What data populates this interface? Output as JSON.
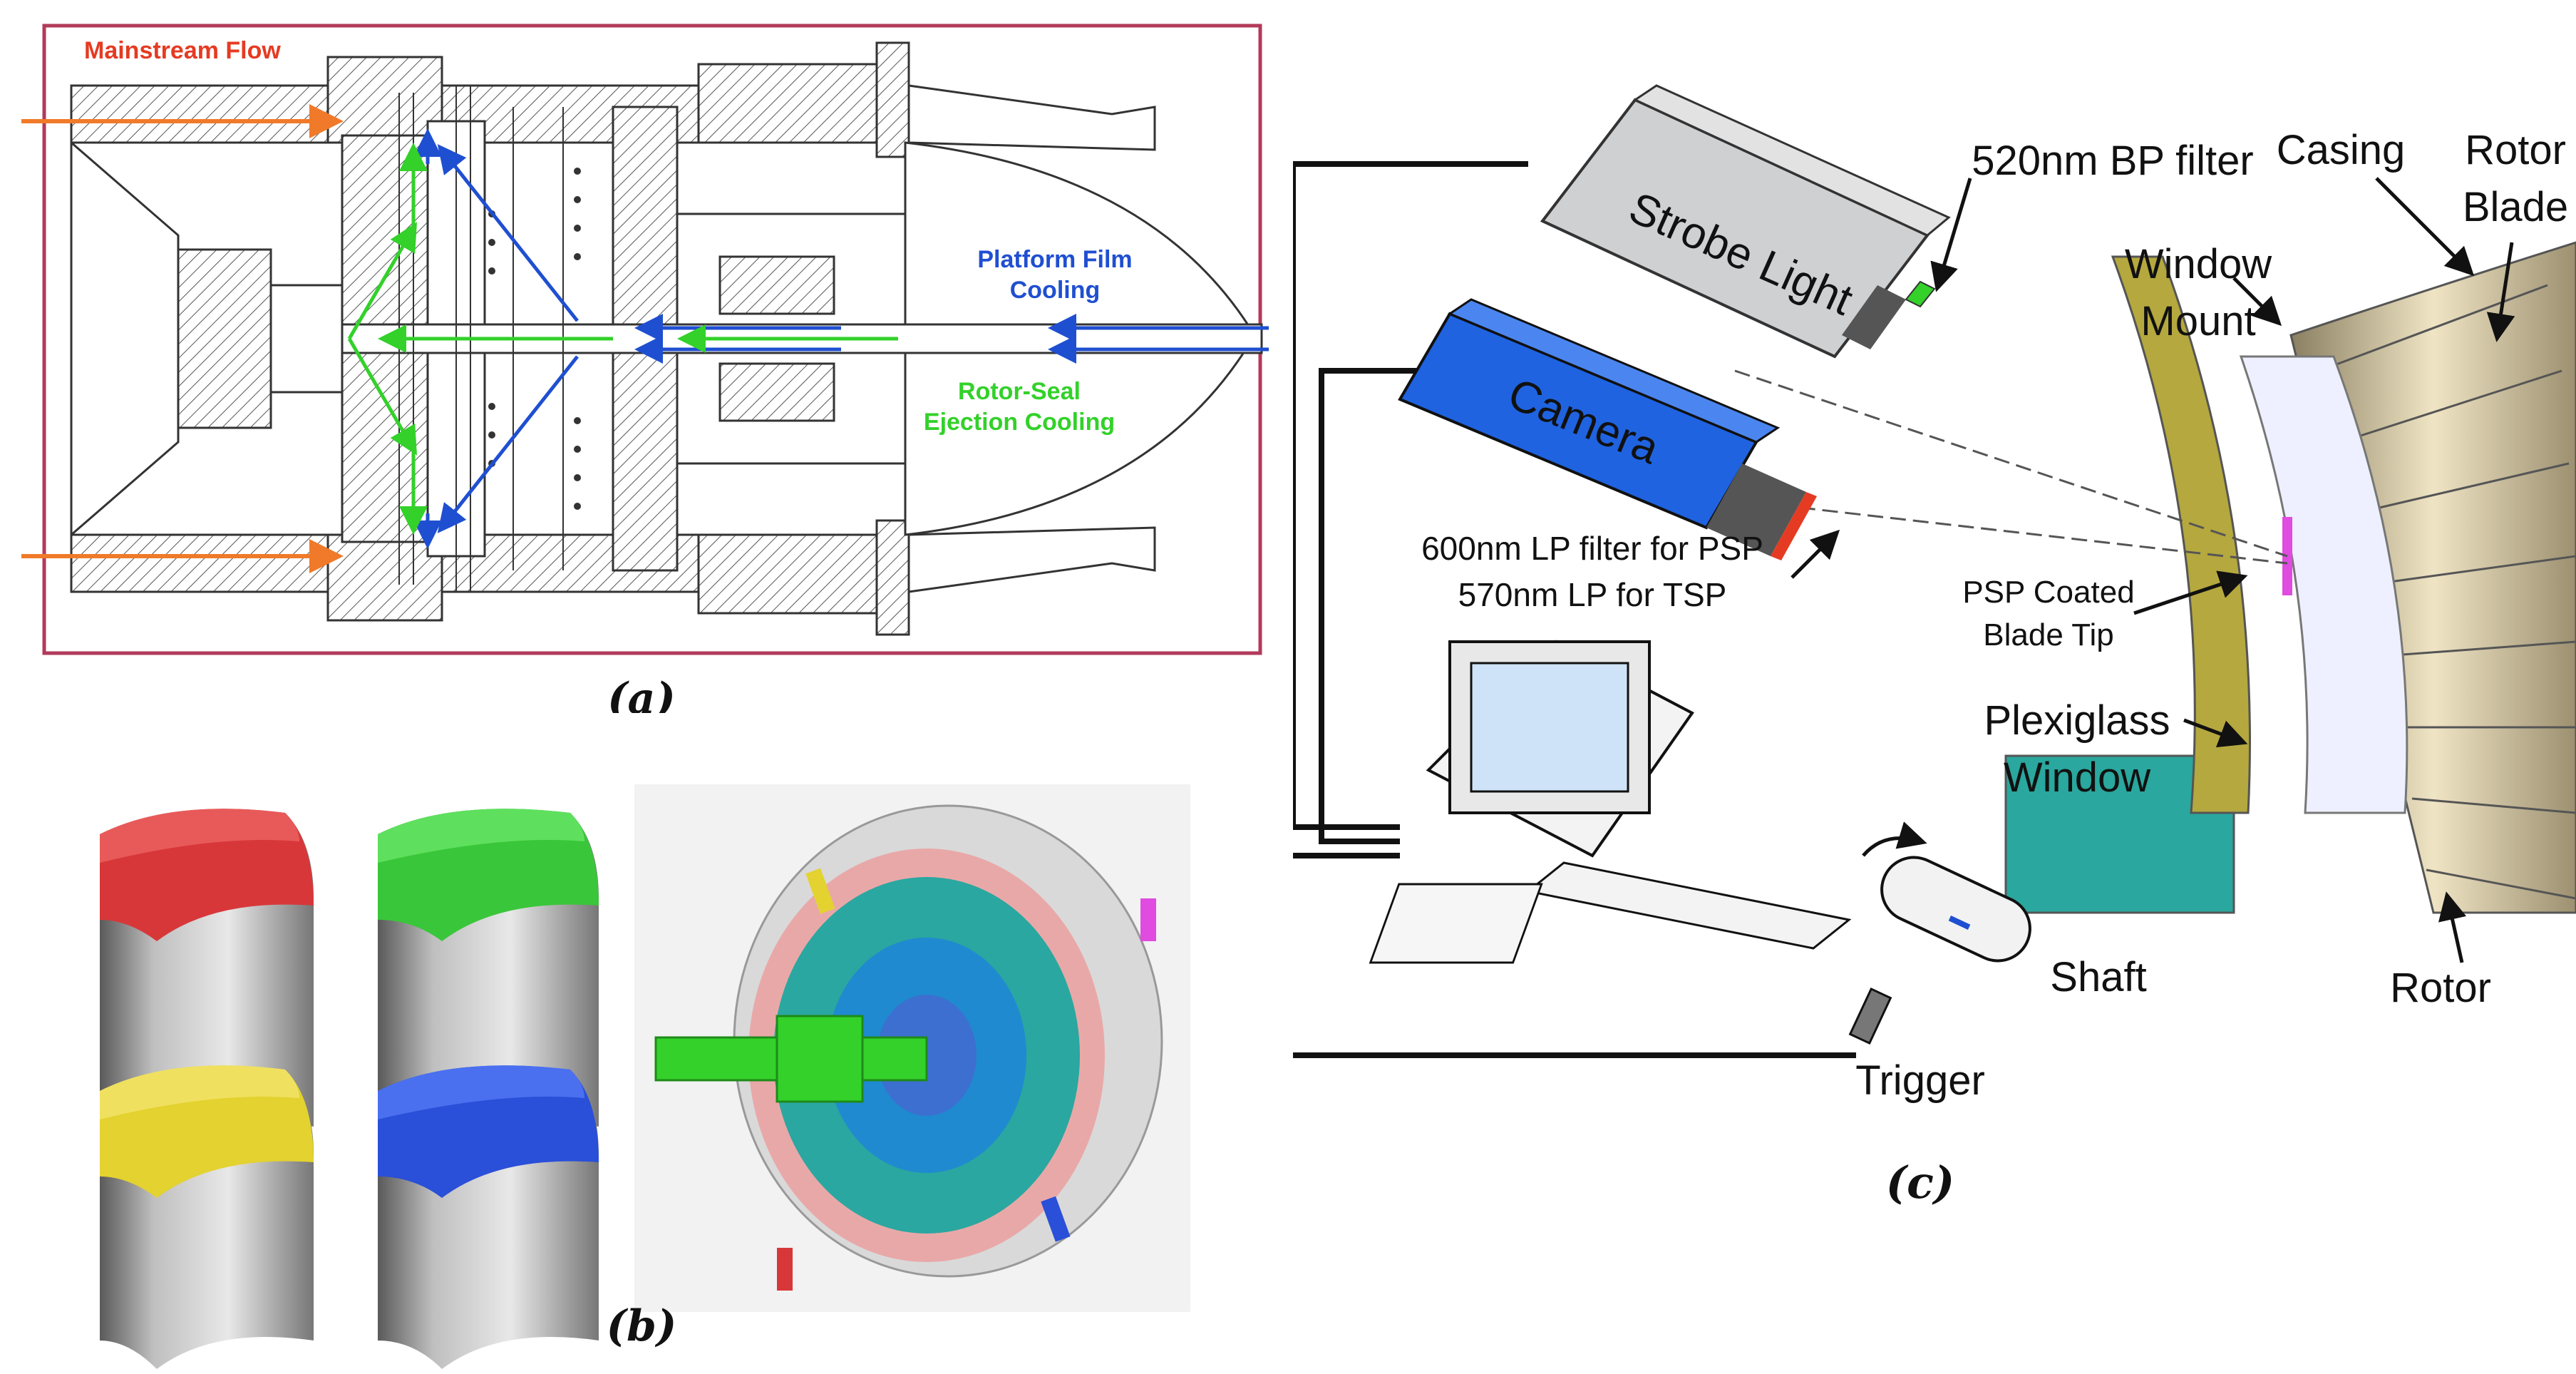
{
  "panel_a": {
    "caption": "(a)",
    "labels": {
      "mainstream": "Mainstream Flow",
      "platform_line1": "Platform Film",
      "platform_line2": "Cooling",
      "rotor_seal_line1": "Rotor-Seal",
      "rotor_seal_line2": "Ejection Cooling"
    }
  },
  "panel_b": {
    "caption": "(b)"
  },
  "panel_c": {
    "caption": "(c)",
    "labels": {
      "bp_filter": "520nm BP filter",
      "casing": "Casing",
      "rotor_blade_line1": "Rotor",
      "rotor_blade_line2": "Blade",
      "window_mount_line1": "Window",
      "window_mount_line2": "Mount",
      "strobe": "Strobe Light",
      "camera": "Camera",
      "lp_filter_line1": "600nm LP filter for PSP",
      "lp_filter_line2": "570nm LP for TSP",
      "psp_line1": "PSP Coated",
      "psp_line2": "Blade Tip",
      "plexi_line1": "Plexiglass",
      "plexi_line2": "Window",
      "shaft": "Shaft",
      "trigger": "Trigger",
      "rotor": "Rotor"
    }
  },
  "colors": {
    "frame_a": "#b23a5a",
    "mainstream": "#e53b22",
    "arrow_orange": "#f07a2a",
    "blue_flow": "#1f4fd1",
    "green_flow": "#33d12a",
    "teal": "#2aa79e",
    "olive": "#b5a83e",
    "camera_blue": "#1f63e0",
    "strobe_gray": "#cfd0d1",
    "magenta": "#e04be0",
    "rotor_blue": "#a8b8f0"
  }
}
